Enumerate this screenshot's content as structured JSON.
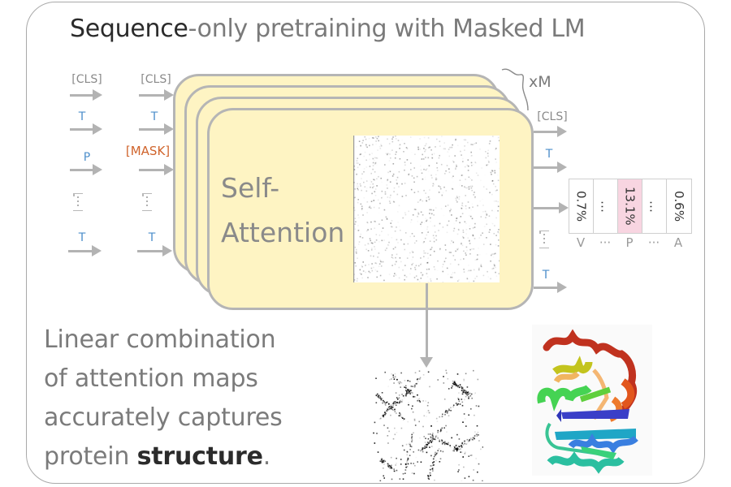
{
  "title": {
    "emphasis": "Sequence",
    "rest": "-only pretraining with Masked LM"
  },
  "input_tokens": [
    "[CLS]",
    "T",
    "P",
    "⋮",
    "T"
  ],
  "masked_tokens": [
    "[CLS]",
    "T",
    "[MASK]",
    "⋮",
    "T"
  ],
  "output_tokens": [
    "[CLS]",
    "T",
    "⋮",
    "T"
  ],
  "repeat_label": "xM",
  "block_label": {
    "line1": "Self-",
    "line2": "Attention"
  },
  "prediction": {
    "cells": [
      {
        "value": "0.7%",
        "label": "V",
        "highlight": false
      },
      {
        "value": "…",
        "label": "···",
        "highlight": false
      },
      {
        "value": "13.1%",
        "label": "P",
        "highlight": true
      },
      {
        "value": "…",
        "label": "···",
        "highlight": false
      },
      {
        "value": "0.6%",
        "label": "A",
        "highlight": false
      }
    ],
    "highlight_color": "#f8d5e1"
  },
  "caption": {
    "line1": "Linear combination",
    "line2": "of attention maps",
    "line3": "accurately captures",
    "line4_prefix": "protein ",
    "line4_emphasis": "structure",
    "line4_suffix": "."
  },
  "colors": {
    "card_fill": "#fef4c3",
    "token_blue": "#4e8fcb",
    "mask_orange": "#d0642c",
    "arrow_gray": "#b3b3b3"
  },
  "images": {
    "attention_map": "attention-map",
    "contact_map": "predicted-contact-map",
    "protein_structure": "protein-ribbon-structure"
  }
}
